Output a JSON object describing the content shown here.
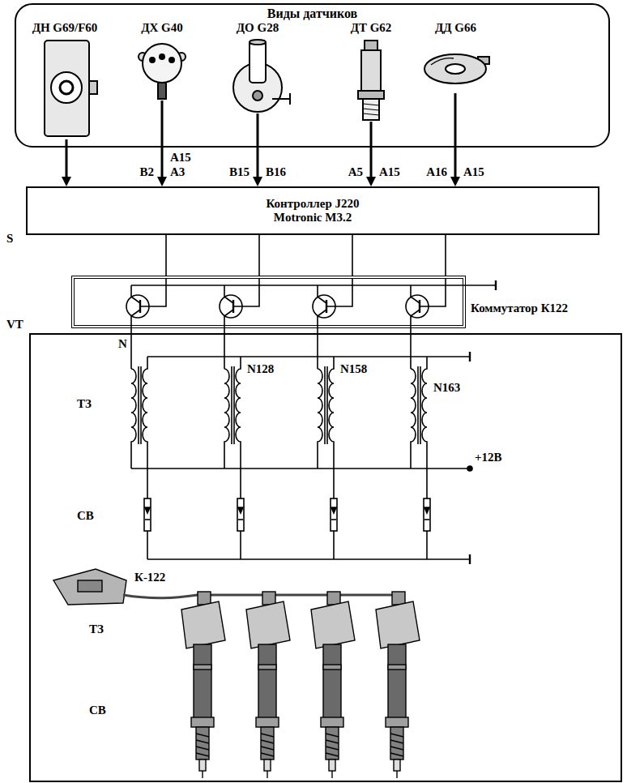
{
  "diagram": {
    "nodes": [
      {
        "text": [
          "Виды датчиков"
        ]
      },
      {
        "text": [
          "ДН G69/F60"
        ],
        "in": 0
      },
      {
        "text": [
          "ДХ G40"
        ],
        "in": 0
      },
      {
        "text": [
          "ДО G28"
        ],
        "in": 0
      },
      {
        "text": [
          "ДТ G62"
        ],
        "in": 0
      },
      {
        "text": [
          "ДД G66"
        ],
        "in": 0
      },
      {
        "text": [
          "Контроллер J220 Motronic M3.2"
        ]
      },
      {
        "text": [
          "Коммутатор К122"
        ]
      }
    ],
    "edges": [
      {
        "from": 1,
        "to": 6,
        "arrow": "to"
      },
      {
        "from": 2,
        "to": 6,
        "arrow": "to"
      },
      {
        "from": 3,
        "to": 6,
        "arrow": "to"
      },
      {
        "from": 4,
        "to": 6,
        "arrow": "to"
      },
      {
        "from": 5,
        "to": 6,
        "arrow": "to"
      },
      {
        "from": 6,
        "to": 7,
        "arrow": "none"
      },
      {
        "from": 6,
        "to": 7,
        "arrow": "none"
      },
      {
        "from": 6,
        "to": 7,
        "arrow": "none"
      },
      {
        "from": 6,
        "to": 7,
        "arrow": "none"
      }
    ],
    "labels": [
      "S",
      "A15",
      "B2",
      "A3",
      "B15",
      "B16",
      "A5",
      "A15",
      "A16",
      "A15",
      "VT",
      "N",
      "N128",
      "N158",
      "N163",
      "ТЗ",
      "+12В",
      "СВ",
      "К-122",
      "ТЗ",
      "СВ"
    ]
  }
}
